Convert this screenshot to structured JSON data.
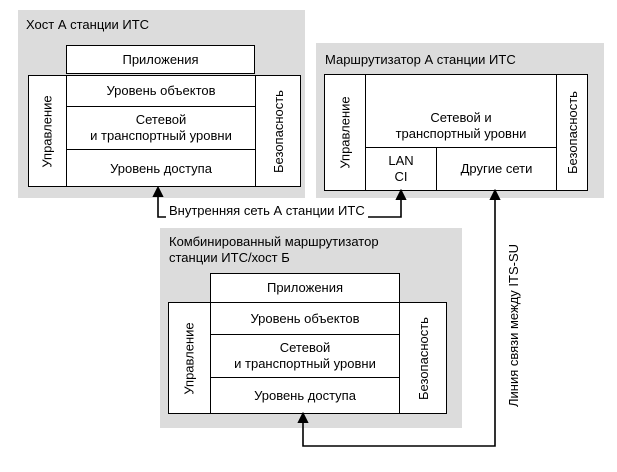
{
  "host_a": {
    "title": "Хост А станции ИТС",
    "applications": "Приложения",
    "objects_layer": "Уровень объектов",
    "network_transport": "Сетевой\nи транспортный уровни",
    "access_layer": "Уровень доступа",
    "management": "Управление",
    "security": "Безопасность"
  },
  "router_a": {
    "title": "Маршрутизатор А станции ИТС",
    "network_transport": "Сетевой и\nтранспортный уровни",
    "lan_ci": "LAN\nCI",
    "other_networks": "Другие сети",
    "management": "Управление",
    "security": "Безопасность"
  },
  "combined_b": {
    "title": "Комбинированный маршрутизатор\nстанции ИТС/хост Б",
    "applications": "Приложения",
    "objects_layer": "Уровень объектов",
    "network_transport": "Сетевой\nи транспортный уровни",
    "access_layer": "Уровень доступа",
    "management": "Управление",
    "security": "Безопасность"
  },
  "links": {
    "internal_network": "Внутренняя сеть А станции ИТС",
    "its_su_link": "Линия связи между ITS-SU"
  },
  "colors": {
    "panel_bg": "#dcdcdc",
    "box_bg": "#ffffff",
    "line": "#000000"
  }
}
